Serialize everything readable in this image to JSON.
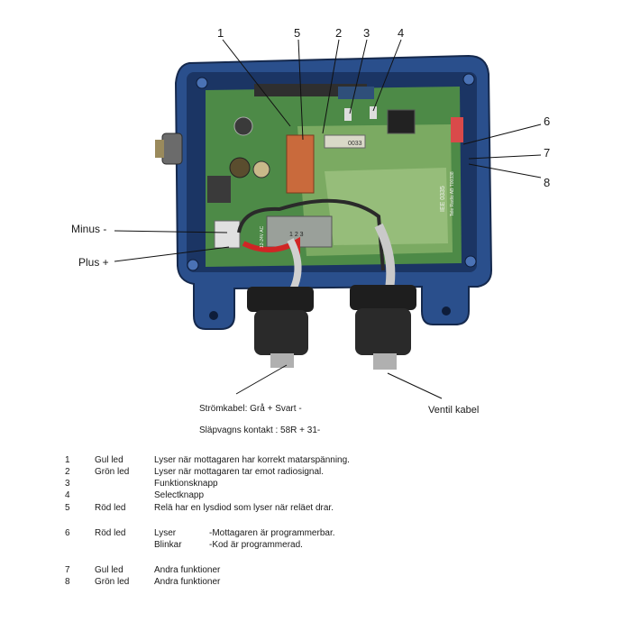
{
  "callouts": {
    "n1": "1",
    "n2": "2",
    "n3": "3",
    "n4": "4",
    "n5": "5",
    "n6": "6",
    "n7": "7",
    "n8": "8"
  },
  "side_labels": {
    "minus": "Minus -",
    "plus": "Plus +"
  },
  "board_text": {
    "chip": "0033",
    "iee": "IEE 0335",
    "maker": "Tele Radio AB T00338",
    "terminals": "1  2  3",
    "voltage": "12-24V AC"
  },
  "captions": {
    "power_cable": "Strömkabel:  Grå +    Svart -",
    "trailer_contact": "Släpvagns kontakt : 58R +     31-",
    "valve_cable": "Ventil kabel"
  },
  "legend": [
    {
      "num": "1",
      "led": "Gul led",
      "desc": "Lyser när mottagaren har korrekt matarspänning."
    },
    {
      "num": "2",
      "led": "Grön led",
      "desc": "Lyser när mottagaren tar emot radiosignal."
    },
    {
      "num": "3",
      "led": "",
      "desc": "Funktionsknapp"
    },
    {
      "num": "4",
      "led": "",
      "desc": "Selectknapp"
    },
    {
      "num": "5",
      "led": "Röd led",
      "desc": "Relä har en lysdiod som lyser när reläet drar."
    },
    {
      "num": "6",
      "led": "Röd led",
      "desc": "Lyser",
      "sub": "-Mottagaren är programmerbar."
    },
    {
      "num": "",
      "led": "",
      "desc": "Blinkar",
      "sub": "-Kod är programmerad."
    },
    {
      "num": "7",
      "led": "Gul led",
      "desc": "Andra funktioner"
    },
    {
      "num": "8",
      "led": "Grön led",
      "desc": "Andra funktioner"
    }
  ],
  "colors": {
    "enclosure": "#2a4f8c",
    "enclosure_dark": "#1b3564",
    "pcb": "#4d8a47",
    "pcb_light": "#8fb86e",
    "gland": "#1e1e1e",
    "relay": "#c96a3c"
  }
}
